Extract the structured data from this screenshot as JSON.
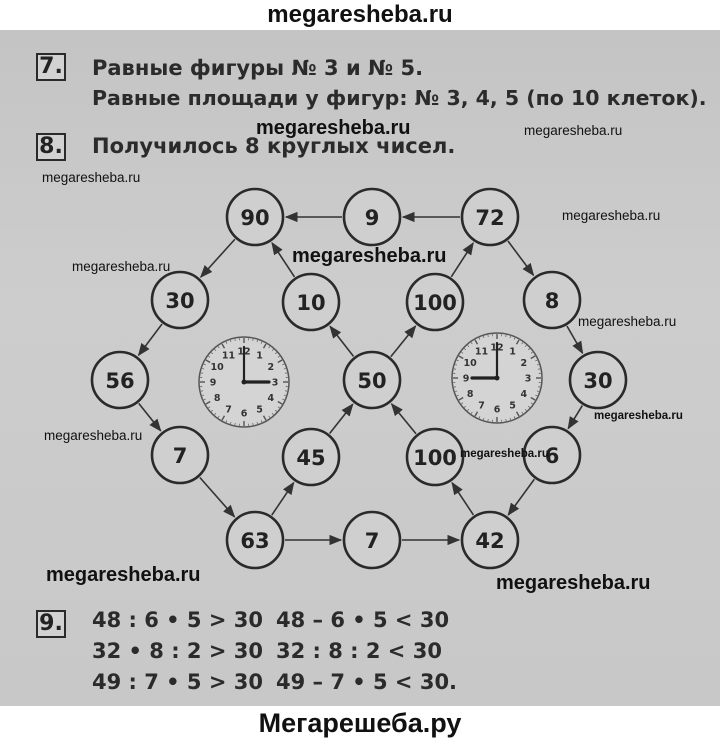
{
  "header": {
    "site": "megaresheba.ru"
  },
  "footer": {
    "brand": "Мегарешеба.ру"
  },
  "task7": {
    "number": "7.",
    "line1": "Равные фигуры № 3 и № 5.",
    "line2": "Равные площади у фигур: № 3, 4, 5 (по 10 клеток)."
  },
  "task8": {
    "number": "8.",
    "text": "Получилось 8 круглых чисел.",
    "circles": {
      "c90": "90",
      "c9": "9",
      "c72": "72",
      "c30a": "30",
      "c10": "10",
      "c100a": "100",
      "c8": "8",
      "c56": "56",
      "c50": "50",
      "c30b": "30",
      "c7a": "7",
      "c45": "45",
      "c100b": "100",
      "c6": "6",
      "c63": "63",
      "c7b": "7",
      "c42": "42"
    },
    "clock_numbers": [
      "12",
      "1",
      "2",
      "3",
      "4",
      "5",
      "6",
      "7",
      "8",
      "9",
      "10",
      "11"
    ]
  },
  "task9": {
    "number": "9.",
    "rows": [
      [
        "48 : 6 • 5 > 30",
        "48 – 6 • 5 < 30"
      ],
      [
        "32 • 8 : 2 > 30",
        "32 : 8 : 2 < 30"
      ],
      [
        "49 : 7 • 5 > 30",
        "49 – 7 • 5 < 30."
      ]
    ]
  },
  "watermarks": {
    "w1": "megaresheba.ru",
    "w2": "megaresheba.ru",
    "w3": "megaresheba.ru",
    "w4": "megaresheba.ru",
    "w5": "megaresheba.ru",
    "w6": "megaresheba.ru",
    "w7": "megaresheba.ru",
    "w8": "megaresheba.ru",
    "w9": "megaresheba.ru",
    "w10": "megaresheba.ru",
    "w11": "megaresheba.ru",
    "w12": "megaresheba.ru"
  }
}
